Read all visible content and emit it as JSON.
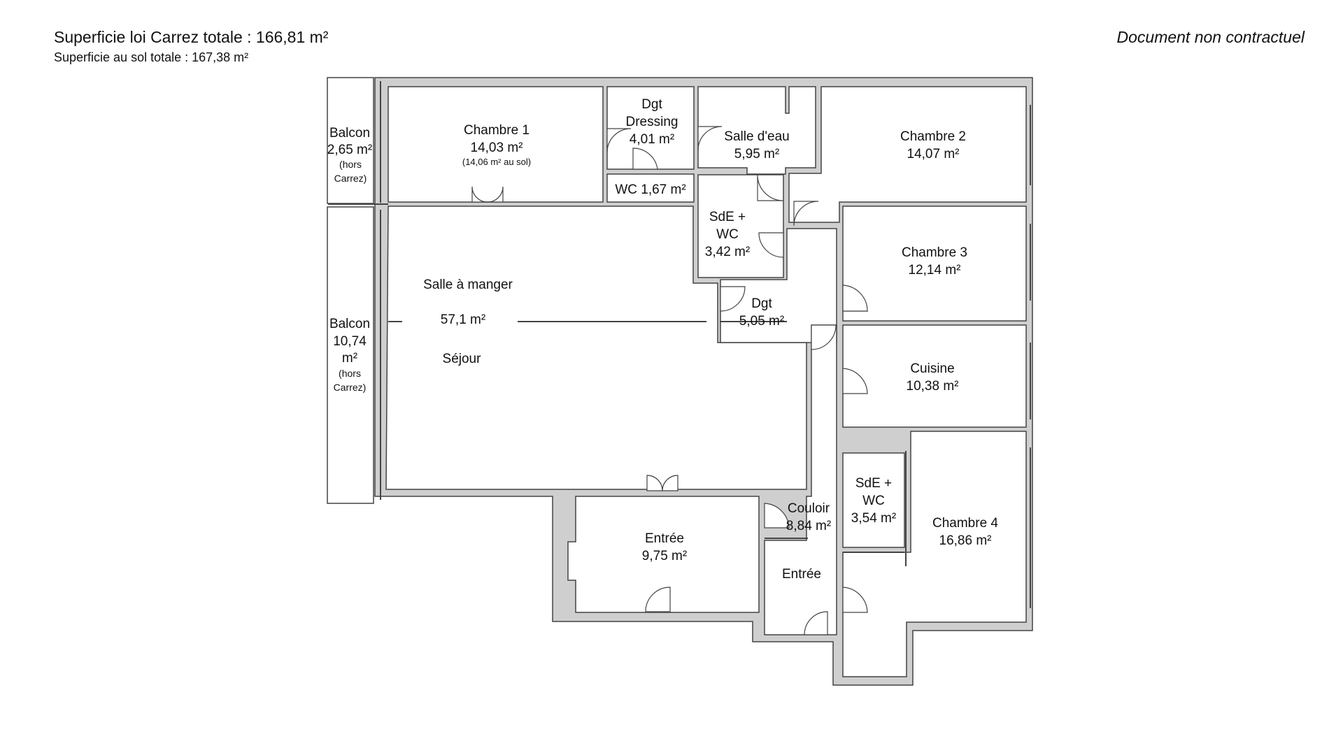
{
  "header": {
    "surface_carrez": "Superficie loi Carrez totale :  166,81 m²",
    "surface_sol": "Superficie au sol totale :  167,38 m²",
    "disclaimer": "Document non contractuel"
  },
  "rooms": {
    "balcon1": {
      "name": "Balcon",
      "area": "2,65 m²",
      "note1": "(hors",
      "note2": "Carrez)"
    },
    "chambre1": {
      "name": "Chambre 1",
      "area": "14,03 m²",
      "note": "(14,06 m² au sol)"
    },
    "dgt_dressing": {
      "name1": "Dgt",
      "name2": "Dressing",
      "area": "4,01 m²"
    },
    "wc": {
      "label": "WC 1,67 m²"
    },
    "salle_eau": {
      "name": "Salle d'eau",
      "area": "5,95 m²"
    },
    "chambre2": {
      "name": "Chambre 2",
      "area": "14,07 m²"
    },
    "sde_wc1": {
      "name1": "SdE +",
      "name2": "WC",
      "area": "3,42 m²"
    },
    "chambre3": {
      "name": "Chambre 3",
      "area": "12,14 m²"
    },
    "sejour": {
      "name1": "Salle à manger",
      "area": "57,1 m²",
      "name2": "Séjour"
    },
    "dgt": {
      "name": "Dgt",
      "area": "5,05 m²"
    },
    "balcon2": {
      "name": "Balcon",
      "area1": "10,74",
      "area2": "m²",
      "note1": "(hors",
      "note2": "Carrez)"
    },
    "cuisine": {
      "name": "Cuisine",
      "area": "10,38 m²"
    },
    "sde_wc2": {
      "name1": "SdE +",
      "name2": "WC",
      "area": "3,54 m²"
    },
    "chambre4": {
      "name": "Chambre 4",
      "area": "16,86 m²"
    },
    "couloir": {
      "name": "Couloir",
      "area": "8,84 m²"
    },
    "entree1": {
      "name": "Entrée",
      "area": "9,75 m²"
    },
    "entree2": {
      "name": "Entrée"
    }
  },
  "colors": {
    "wall": "#cfcfcf",
    "line": "#444444",
    "background": "#ffffff"
  }
}
